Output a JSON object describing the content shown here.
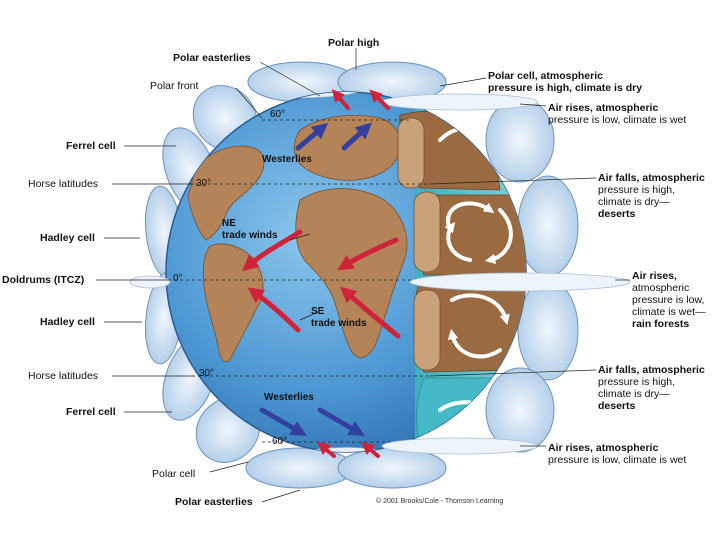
{
  "labels": {
    "polar_high": "Polar high",
    "polar_easterlies_top": "Polar easterlies",
    "polar_front": "Polar front",
    "ferrel_cell_top": "Ferrel cell",
    "horse_latitudes_top": "Horse latitudes",
    "hadley_cell_top": "Hadley cell",
    "doldrums": "Doldrums (ITCZ)",
    "hadley_cell_bottom": "Hadley cell",
    "horse_latitudes_bottom": "Horse latitudes",
    "ferrel_cell_bottom": "Ferrel cell",
    "polar_cell_bottom": "Polar cell",
    "polar_easterlies_bottom": "Polar easterlies"
  },
  "wind_labels": {
    "westerlies_top": "Westerlies",
    "ne_trade_1": "NE",
    "ne_trade_2": "trade winds",
    "se_trade_1": "SE",
    "se_trade_2": "trade winds",
    "westerlies_bottom": "Westerlies"
  },
  "latitudes": {
    "n60": "60°",
    "n30": "30°",
    "eq": "0°",
    "s30": "30°",
    "s60": "60°"
  },
  "right_labels": {
    "r1a": "Polar cell, atmospheric",
    "r1b": "pressure is high, climate is dry",
    "r2a": "Air rises, atmospheric",
    "r2b": "pressure is low, climate is wet",
    "r3a": "Air falls, atmospheric",
    "r3b": "pressure is high,",
    "r3c": "climate is dry—",
    "r3d": "deserts",
    "r4a": "Air rises,",
    "r4b": "atmospheric",
    "r4c": "pressure is low,",
    "r4d": "climate is wet—",
    "r4e": "rain forests",
    "r5a": "Air falls, atmospheric",
    "r5b": "pressure is high,",
    "r5c": "climate is dry—",
    "r5d": "deserts",
    "r6a": "Air rises, atmospheric",
    "r6b": "pressure is low, climate is wet"
  },
  "copyright": "© 2001 Brooks/Cole - Thomson Learning",
  "colors": {
    "ocean": "#5da6dc",
    "ocean_dark": "#2f78b8",
    "land": "#b48458",
    "land_dark": "#7a4f2c",
    "cell": "#cfe3f4",
    "cell_edge": "#6f94bd",
    "red_arrow": "#d0233a",
    "blue_arrow": "#3340a0",
    "cloud": "#eef4fb",
    "teal": "#56c4cc"
  }
}
